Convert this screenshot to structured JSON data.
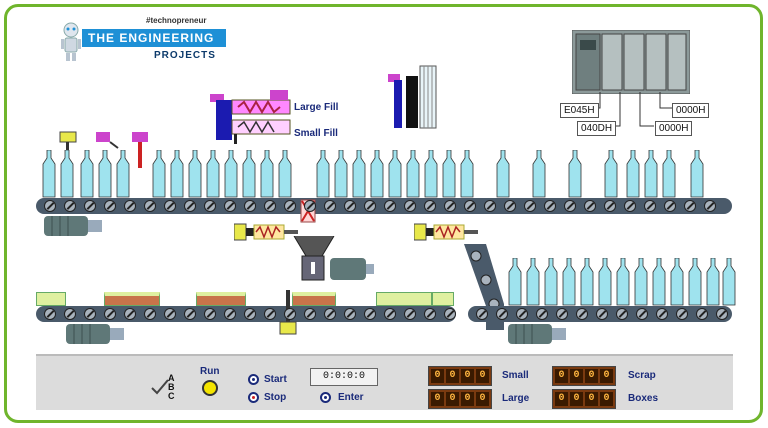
{
  "logo": {
    "tag": "#technopreneur",
    "line1": "THE ENGINEERING",
    "line2": "PROJECTS"
  },
  "fillers": {
    "large": "Large Fill",
    "small": "Small Fill"
  },
  "plc": {
    "addr1": "E045H",
    "addr2": "040DH",
    "addr3": "0000H",
    "addr4": "0000H"
  },
  "panel": {
    "abc": "A B C",
    "run": "Run",
    "start": "Start",
    "stop": "Stop",
    "enter": "Enter",
    "timer": "0:0:0:0",
    "small_label": "Small",
    "large_label": "Large",
    "scrap_label": "Scrap",
    "boxes_label": "Boxes",
    "small_digits": [
      "0",
      "0",
      "0",
      "0"
    ],
    "large_digits": [
      "0",
      "0",
      "0",
      "0"
    ],
    "scrap_digits": [
      "0",
      "0",
      "0",
      "0"
    ],
    "boxes_digits": [
      "0",
      "0",
      "0",
      "0"
    ]
  },
  "colors": {
    "frame": "#6fb52c",
    "bottle": "#9fe3ee",
    "conveyor": "#4a5a6a",
    "display": "#ffb640",
    "magenta": "#cc44cc",
    "yellow": "#e8e84a"
  }
}
